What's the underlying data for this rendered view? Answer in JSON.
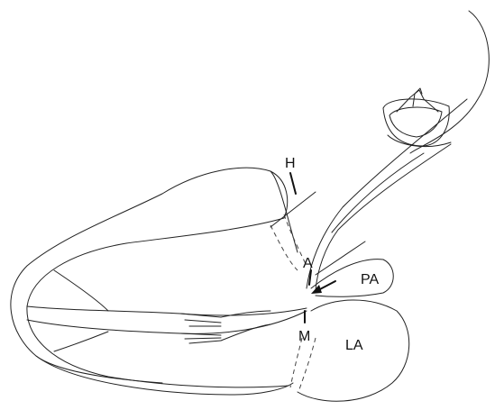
{
  "labels": {
    "h": "H",
    "a": "A",
    "pa": "PA",
    "m": "M",
    "la": "LA"
  }
}
